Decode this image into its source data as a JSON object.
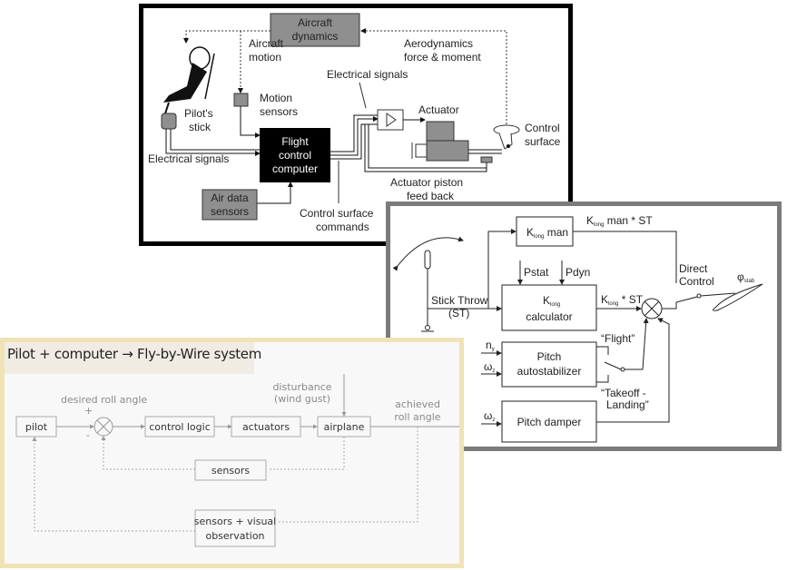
{
  "panel1": {
    "aircraft_dynamics": [
      "Aircraft",
      "dynamics"
    ],
    "aircraft_motion": [
      "Aircraft",
      "motion"
    ],
    "aero_force": [
      "Aerodynamics",
      "force & moment"
    ],
    "electrical_signals_top": "Electrical signals",
    "motion_sensors": [
      "Motion",
      "sensors"
    ],
    "pilots_stick": [
      "Pilot's",
      "stick"
    ],
    "actuator": "Actuator",
    "control_surface": [
      "Control",
      "surface"
    ],
    "flight_control_computer": [
      "Flight",
      "control",
      "computer"
    ],
    "electrical_signals_left": "Electrical signals",
    "actuator_piston": [
      "Actuator piston",
      "feed back"
    ],
    "air_data_sensors": [
      "Air data",
      "sensors"
    ],
    "control_surface_commands": [
      "Control surface",
      "commands"
    ]
  },
  "panel2": {
    "klong_man": {
      "k": "K",
      "sub": "long",
      "rest": " man"
    },
    "klong_man_st": {
      "k": "K",
      "sub": "long",
      "rest": " man * ST"
    },
    "pstat": "Pstat",
    "pdyn": "Pdyn",
    "direct_control": [
      "Direct",
      "Control"
    ],
    "phi_stab": {
      "main": "φ",
      "sub": "stab"
    },
    "stick_throw": [
      "Stick Throw",
      "(ST)"
    ],
    "klong_calc": {
      "k": "K",
      "sub": "long",
      "line2": "calculator"
    },
    "klong_st": {
      "k": "K",
      "sub": "long",
      "rest": " * ST"
    },
    "ny": {
      "main": "n",
      "sub": "y"
    },
    "wz1": {
      "main": "ω",
      "sub": "z"
    },
    "wz2": {
      "main": "ω",
      "sub": "z"
    },
    "flight": "“Flight”",
    "takeoff": [
      "“Takeoff -",
      "Landing”"
    ],
    "pitch_auto": [
      "Pitch",
      "autostabilizer"
    ],
    "pitch_damper": "Pitch damper"
  },
  "panel3": {
    "title": "Pilot + computer → Fly-by-Wire system",
    "desired_roll": "desired roll angle",
    "plus": "+",
    "minus": "-",
    "pilot": "pilot",
    "control_logic": "control logic",
    "actuators": "actuators",
    "airplane": "airplane",
    "disturbance": [
      "disturbance",
      "(wind gust)"
    ],
    "achieved": [
      "achieved",
      "roll angle"
    ],
    "sensors": "sensors",
    "sensors_visual": [
      "sensors + visual",
      "observation"
    ]
  },
  "colors": {
    "panel1_border": "#000000",
    "panel2_border": "#7b7b7b",
    "panel3_border": "#efe3b6",
    "panel3_title_bg": "#f0ece3",
    "gray_box": "#8a8a8a"
  }
}
